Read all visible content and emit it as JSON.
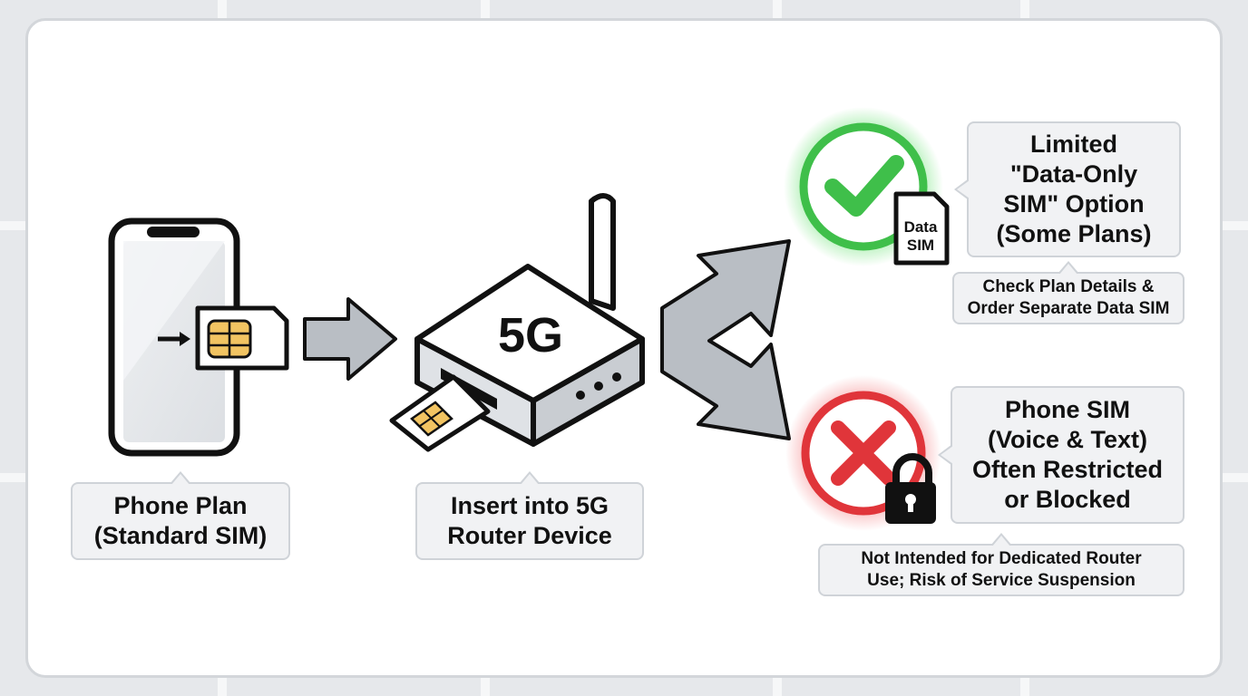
{
  "router_label": "5G",
  "data_sim_card": {
    "line1": "Data",
    "line2": "SIM"
  },
  "callouts": {
    "phone_plan": [
      "Phone Plan",
      "(Standard SIM)"
    ],
    "insert_router": [
      "Insert into 5G",
      "Router Device"
    ],
    "data_only": [
      "Limited",
      "\"Data-Only",
      "SIM\" Option",
      "(Some Plans)"
    ],
    "data_only_note": [
      "Check Plan Details &",
      "Order Separate Data SIM"
    ],
    "phone_sim": [
      "Phone SIM",
      "(Voice & Text)",
      "Often Restricted",
      "or Blocked"
    ],
    "phone_sim_note": [
      "Not Intended for Dedicated Router",
      "Use; Risk of Service Suspension"
    ]
  },
  "colors": {
    "success": "#3fbf4a",
    "danger": "#e0353a",
    "arrow": "#b9bec4",
    "chip": "#f2c462"
  },
  "icons": [
    "phone-icon",
    "sim-card-icon",
    "arrow-right-icon",
    "router-icon",
    "split-arrow-icon",
    "checkmark-icon",
    "x-mark-icon",
    "lock-icon"
  ]
}
